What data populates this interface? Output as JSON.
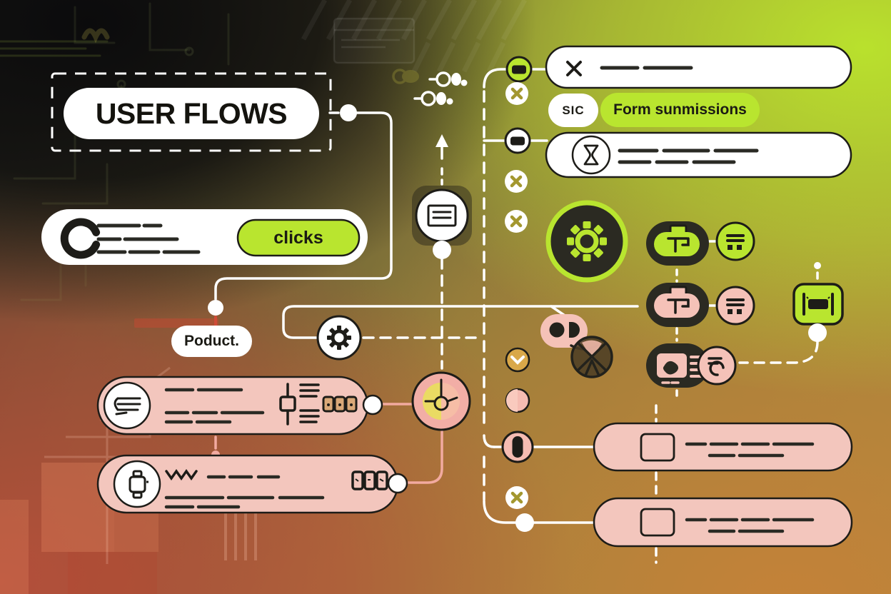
{
  "header": {
    "title": "USER FLOWS"
  },
  "chips": {
    "clicks": "clicks",
    "sic": "SIC",
    "form_submissions": "Form sunmissions",
    "product": "Poduct."
  },
  "colors": {
    "accent_green": "#b9e52f",
    "salmon_pink": "#f5c2b8",
    "pill_pink": "#f3c6bd",
    "dark": "#26251e",
    "gold_node": "#d9a849",
    "connector_white": "#ffffff",
    "connector_pink": "#f2aaa0",
    "bg_top_left": "#0a0a0b",
    "bg_top_right": "#bbe62c",
    "bg_bottom_left": "#b74e3a",
    "bg_bottom_right": "#c78138"
  },
  "icons": [
    "ring-icon",
    "gear-icon",
    "document-icon",
    "close-icon",
    "hourglass-icon",
    "x-mark-icon",
    "chevron-down-icon",
    "target-icon",
    "menu-return-icon",
    "smartwatch-icon",
    "slider-icon",
    "list-icon",
    "camera-icon",
    "pie-chart-icon",
    "tag-icon",
    "connector-icon",
    "cursor-icon",
    "square-icon",
    "dot-node",
    "pill-node"
  ]
}
